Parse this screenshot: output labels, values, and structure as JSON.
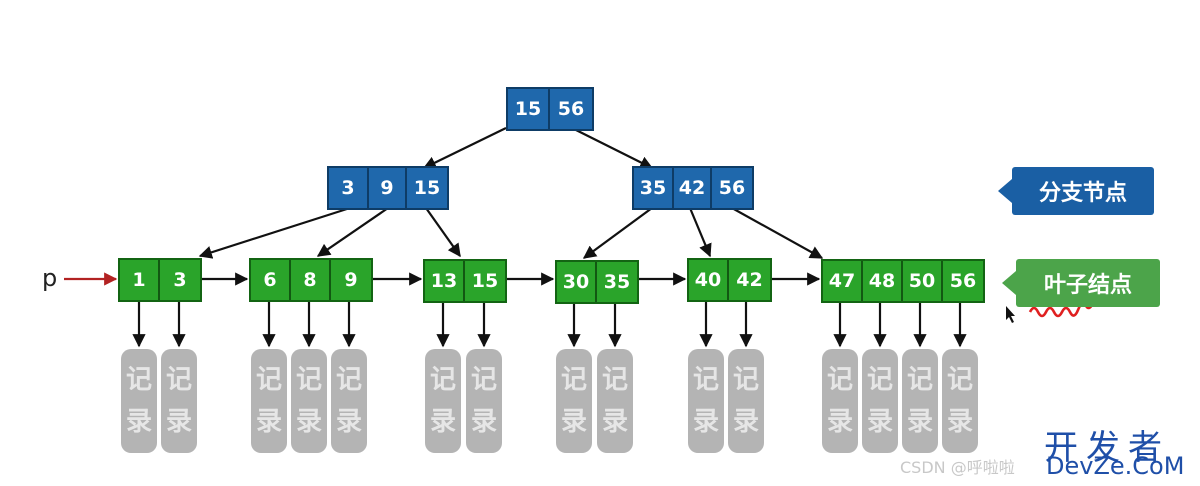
{
  "root": {
    "keys": [
      "15",
      "56"
    ]
  },
  "branches": [
    {
      "keys": [
        "3",
        "9",
        "15"
      ]
    },
    {
      "keys": [
        "35",
        "42",
        "56"
      ]
    }
  ],
  "leaves": [
    {
      "keys": [
        "1",
        "3"
      ]
    },
    {
      "keys": [
        "6",
        "8",
        "9"
      ]
    },
    {
      "keys": [
        "13",
        "15"
      ]
    },
    {
      "keys": [
        "30",
        "35"
      ]
    },
    {
      "keys": [
        "40",
        "42"
      ]
    },
    {
      "keys": [
        "47",
        "48",
        "50",
        "56"
      ]
    }
  ],
  "record_label": {
    "line1": "记",
    "line2": "录"
  },
  "pointer_label": "p",
  "legend": {
    "branch": "分支节点",
    "leaf": "叶子结点"
  },
  "watermark": {
    "csdn": "CSDN @呼啦啦",
    "brand_cn": "开发者",
    "brand_en": "DevZe.CoM"
  },
  "colors": {
    "branch_node": "#1f68ac",
    "leaf_node": "#2aa42a",
    "record": "#b4b4b4",
    "pointer_arrow": "#b22222"
  }
}
